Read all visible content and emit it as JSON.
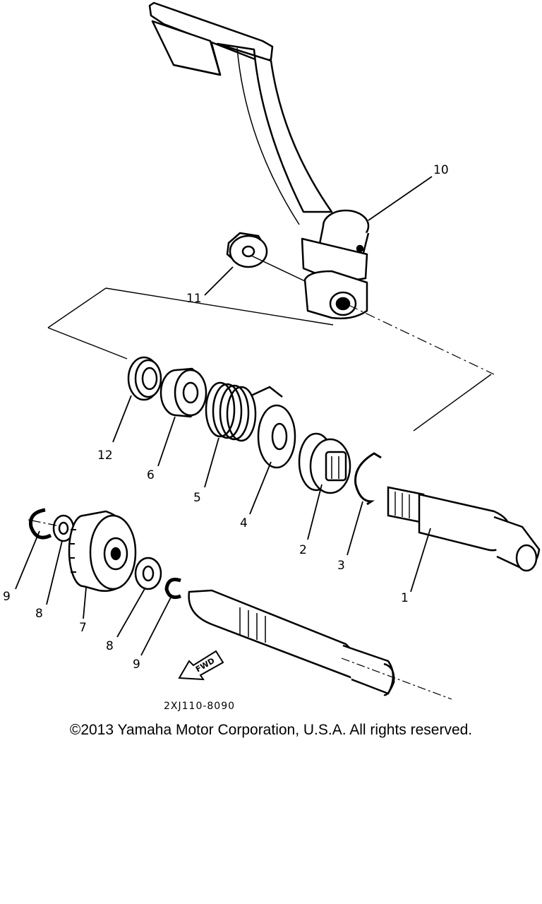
{
  "callouts": {
    "c1": "1",
    "c2": "2",
    "c3": "3",
    "c4": "4",
    "c5": "5",
    "c6": "6",
    "c7": "7",
    "c8a": "8",
    "c8b": "8",
    "c9a": "9",
    "c9b": "9",
    "c10": "10",
    "c11": "11",
    "c12": "12"
  },
  "fwd_label": "FWD",
  "part_code": "2XJ110-8090",
  "copyright": "©2013 Yamaha Motor Corporation, U.S.A. All rights reserved."
}
